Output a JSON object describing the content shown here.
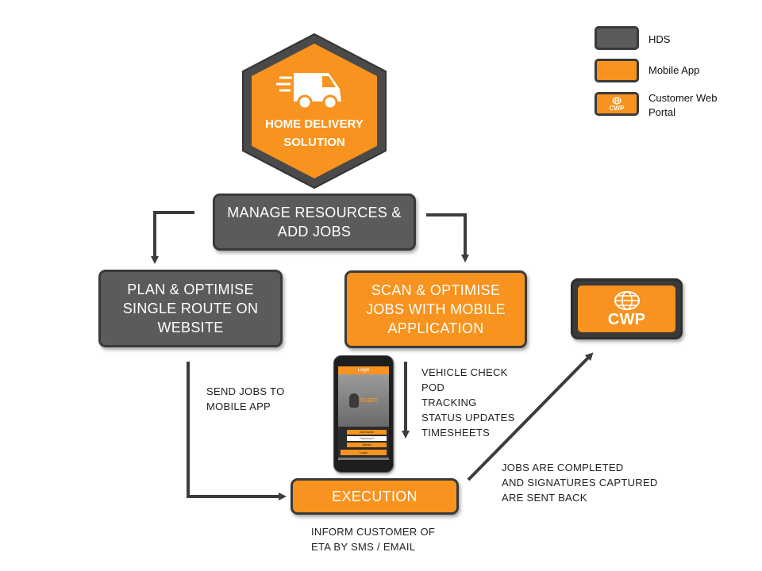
{
  "legend": {
    "items": [
      {
        "label": "HDS",
        "color": "#5b5b5b"
      },
      {
        "label": "Mobile App",
        "color": "#f7931e"
      },
      {
        "label": "Customer Web Portal",
        "color": "#f7931e",
        "badge": "CWP"
      }
    ]
  },
  "hexagon": {
    "line1": "HOME DELIVERY",
    "line2": "SOLUTION",
    "icon": "delivery-van-icon",
    "fill": "#f7931e",
    "border": "#4a4a4a"
  },
  "boxes": {
    "manage": {
      "line1": "MANAGE RESOURCES &",
      "line2": "ADD JOBS"
    },
    "plan": {
      "line1": "PLAN & OPTIMISE",
      "line2": "SINGLE ROUTE ON",
      "line3": "WEBSITE"
    },
    "scan": {
      "line1": "SCAN & OPTIMISE",
      "line2": "JOBS WITH MOBILE",
      "line3": "APPLICATION"
    },
    "execution": {
      "label": "EXECUTION"
    },
    "cwp": {
      "label": "CWP",
      "icon": "globe-www-icon"
    }
  },
  "notes": {
    "send_jobs": [
      "SEND JOBS TO",
      "MOBILE APP"
    ],
    "mobile_features": [
      "VEHICLE CHECK",
      "POD",
      "TRACKING",
      "STATUS UPDATES",
      "TIMESHEETS"
    ],
    "jobs_completed": [
      "JOBS ARE COMPLETED",
      "AND SIGNATURES CAPTURED",
      "ARE SENT BACK"
    ],
    "inform_customer": [
      "INFORM CUSTOMER OF",
      "ETA BY SMS / EMAIL"
    ]
  },
  "phone": {
    "header": "Login",
    "logo": "FLEET",
    "fields": [
      "Username",
      "Password",
      "Admin"
    ],
    "button": "Login"
  },
  "colors": {
    "grey": "#5b5b5b",
    "orange": "#f7931e",
    "line": "#3c3c3c"
  }
}
